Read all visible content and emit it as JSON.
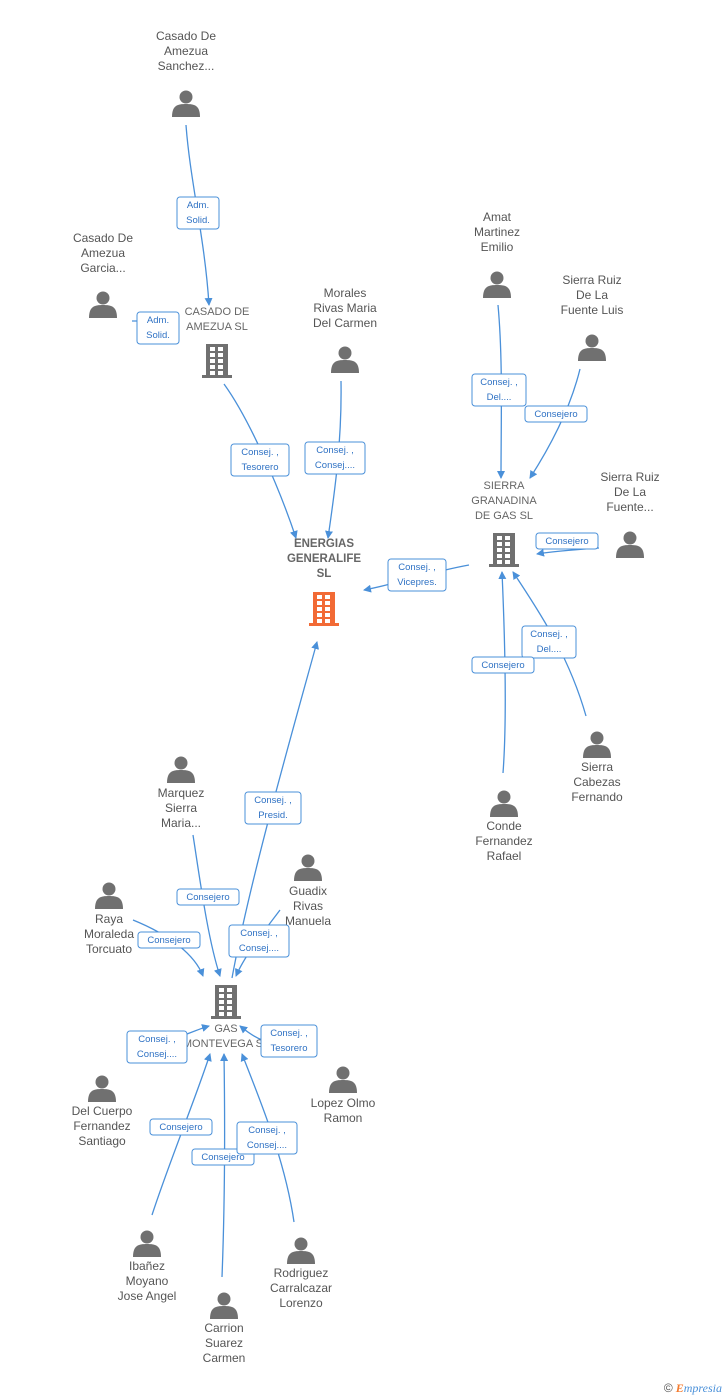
{
  "colors": {
    "edge": "#4a90d9",
    "person_icon": "#707070",
    "company_icon": "#707070",
    "main_company_icon": "#f26a35",
    "badge_text": "#2f72c4"
  },
  "nodes": [
    {
      "id": "p_sanchez",
      "type": "person",
      "lines": [
        "Casado De",
        "Amezua",
        "Sanchez..."
      ]
    },
    {
      "id": "p_garcia",
      "type": "person",
      "lines": [
        "Casado De",
        "Amezua",
        "Garcia..."
      ]
    },
    {
      "id": "c_casado",
      "type": "company",
      "lines": [
        "CASADO DE",
        "AMEZUA SL"
      ]
    },
    {
      "id": "p_morales",
      "type": "person",
      "lines": [
        "Morales",
        "Rivas Maria",
        "Del Carmen"
      ]
    },
    {
      "id": "c_energias",
      "type": "main",
      "lines": [
        "ENERGIAS",
        "GENERALIFE",
        "SL"
      ]
    },
    {
      "id": "p_amat",
      "type": "person",
      "lines": [
        "Amat",
        "Martinez",
        "Emilio"
      ]
    },
    {
      "id": "p_sierra_luis",
      "type": "person",
      "lines": [
        "Sierra Ruiz",
        "De La",
        "Fuente Luis"
      ]
    },
    {
      "id": "p_sierra_fuente",
      "type": "person",
      "lines": [
        "Sierra Ruiz",
        "De La",
        "Fuente..."
      ]
    },
    {
      "id": "c_sierra",
      "type": "company",
      "lines": [
        "SIERRA",
        "GRANADINA",
        "DE GAS SL"
      ]
    },
    {
      "id": "p_cabezas",
      "type": "person",
      "lines": [
        "Sierra",
        "Cabezas",
        "Fernando"
      ]
    },
    {
      "id": "p_conde",
      "type": "person",
      "lines": [
        "Conde",
        "Fernandez",
        "Rafael"
      ]
    },
    {
      "id": "p_marquez",
      "type": "person",
      "lines": [
        "Marquez",
        "Sierra",
        "Maria..."
      ]
    },
    {
      "id": "p_guadix",
      "type": "person",
      "lines": [
        "Guadix",
        "Rivas",
        "Manuela"
      ]
    },
    {
      "id": "p_raya",
      "type": "person",
      "lines": [
        "Raya",
        "Moraleda",
        "Torcuato"
      ]
    },
    {
      "id": "c_gas",
      "type": "company",
      "lines": [
        "GAS",
        "MONTEVEGA SL"
      ]
    },
    {
      "id": "p_lopez",
      "type": "person",
      "lines": [
        "Lopez Olmo",
        "Ramon"
      ]
    },
    {
      "id": "p_delcuerpo",
      "type": "person",
      "lines": [
        "Del Cuerpo",
        "Fernandez",
        "Santiago"
      ]
    },
    {
      "id": "p_ibanez",
      "type": "person",
      "lines": [
        "Ibañez",
        "Moyano",
        "Jose Angel"
      ]
    },
    {
      "id": "p_carrion",
      "type": "person",
      "lines": [
        "Carrion",
        "Suarez",
        "Carmen"
      ]
    },
    {
      "id": "p_rodriguez",
      "type": "person",
      "lines": [
        "Rodriguez",
        "Carralcazar",
        "Lorenzo"
      ]
    }
  ],
  "edges": [
    {
      "from": "p_sanchez",
      "to": "c_casado",
      "label": [
        "Adm.",
        "Solid."
      ]
    },
    {
      "from": "p_garcia",
      "to": "c_casado",
      "label": [
        "Adm.",
        "Solid."
      ]
    },
    {
      "from": "c_casado",
      "to": "c_energias",
      "label": [
        "Consej. ,",
        "Tesorero"
      ]
    },
    {
      "from": "p_morales",
      "to": "c_energias",
      "label": [
        "Consej. ,",
        "Consej...."
      ]
    },
    {
      "from": "c_sierra",
      "to": "c_energias",
      "label": [
        "Consej. ,",
        "Vicepres."
      ]
    },
    {
      "from": "p_amat",
      "to": "c_sierra",
      "label": [
        "Consej. ,",
        "Del...."
      ]
    },
    {
      "from": "p_sierra_luis",
      "to": "c_sierra",
      "label": [
        "Consejero"
      ]
    },
    {
      "from": "p_sierra_fuente",
      "to": "c_sierra",
      "label": [
        "Consejero"
      ]
    },
    {
      "from": "p_cabezas",
      "to": "c_sierra",
      "label": [
        "Consej. ,",
        "Del...."
      ]
    },
    {
      "from": "p_conde",
      "to": "c_sierra",
      "label": [
        "Consejero"
      ]
    },
    {
      "from": "c_gas",
      "to": "c_energias",
      "label": [
        "Consej. ,",
        "Presid."
      ]
    },
    {
      "from": "p_marquez",
      "to": "c_gas",
      "label": [
        "Consejero"
      ]
    },
    {
      "from": "p_raya",
      "to": "c_gas",
      "label": [
        "Consejero"
      ]
    },
    {
      "from": "p_guadix",
      "to": "c_gas",
      "label": [
        "Consej. ,",
        "Consej...."
      ]
    },
    {
      "from": "p_delcuerpo",
      "to": "c_gas",
      "label": [
        "Consej. ,",
        "Consej...."
      ]
    },
    {
      "from": "p_lopez",
      "to": "c_gas",
      "label": [
        "Consej. ,",
        "Tesorero"
      ]
    },
    {
      "from": "p_ibanez",
      "to": "c_gas",
      "label": [
        "Consejero"
      ]
    },
    {
      "from": "p_carrion",
      "to": "c_gas",
      "label": [
        "Consejero"
      ]
    },
    {
      "from": "p_rodriguez",
      "to": "c_gas",
      "label": [
        "Consej. ,",
        "Consej...."
      ]
    }
  ],
  "footer": {
    "copyright": "©",
    "brand_initial": "E",
    "brand_rest": "mpresia"
  }
}
